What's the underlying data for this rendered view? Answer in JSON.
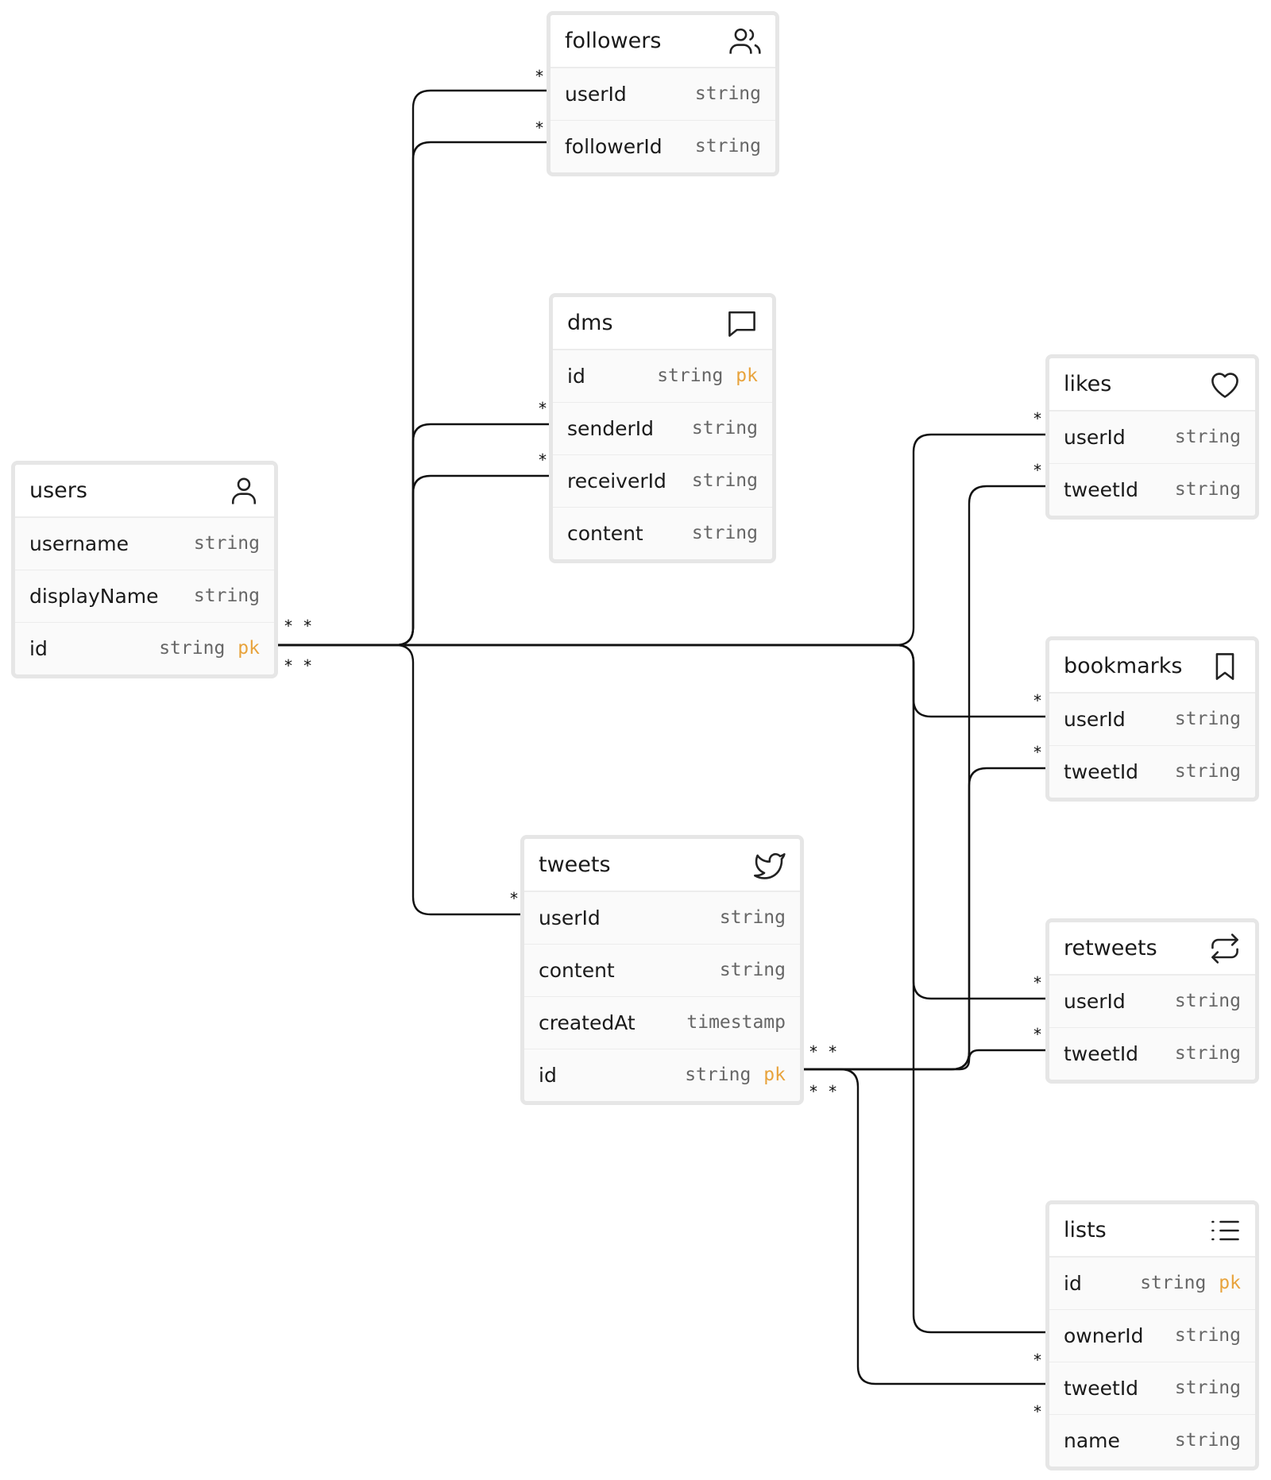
{
  "diagram": {
    "colors": {
      "line": "#111111",
      "border": "#e6e6e6",
      "pk": "#e8a33c",
      "type_text": "#666666"
    },
    "tables": {
      "users": {
        "title": "users",
        "icon": "user-icon",
        "fields": [
          {
            "name": "username",
            "type": "string",
            "pk": ""
          },
          {
            "name": "displayName",
            "type": "string",
            "pk": ""
          },
          {
            "name": "id",
            "type": "string",
            "pk": "pk"
          }
        ]
      },
      "followers": {
        "title": "followers",
        "icon": "users-icon",
        "fields": [
          {
            "name": "userId",
            "type": "string",
            "pk": ""
          },
          {
            "name": "followerId",
            "type": "string",
            "pk": ""
          }
        ]
      },
      "dms": {
        "title": "dms",
        "icon": "message-icon",
        "fields": [
          {
            "name": "id",
            "type": "string",
            "pk": "pk"
          },
          {
            "name": "senderId",
            "type": "string",
            "pk": ""
          },
          {
            "name": "receiverId",
            "type": "string",
            "pk": ""
          },
          {
            "name": "content",
            "type": "string",
            "pk": ""
          }
        ]
      },
      "tweets": {
        "title": "tweets",
        "icon": "twitter-bird-icon",
        "fields": [
          {
            "name": "userId",
            "type": "string",
            "pk": ""
          },
          {
            "name": "content",
            "type": "string",
            "pk": ""
          },
          {
            "name": "createdAt",
            "type": "timestamp",
            "pk": ""
          },
          {
            "name": "id",
            "type": "string",
            "pk": "pk"
          }
        ]
      },
      "likes": {
        "title": "likes",
        "icon": "heart-icon",
        "fields": [
          {
            "name": "userId",
            "type": "string",
            "pk": ""
          },
          {
            "name": "tweetId",
            "type": "string",
            "pk": ""
          }
        ]
      },
      "bookmarks": {
        "title": "bookmarks",
        "icon": "bookmark-icon",
        "fields": [
          {
            "name": "userId",
            "type": "string",
            "pk": ""
          },
          {
            "name": "tweetId",
            "type": "string",
            "pk": ""
          }
        ]
      },
      "retweets": {
        "title": "retweets",
        "icon": "repeat-icon",
        "fields": [
          {
            "name": "userId",
            "type": "string",
            "pk": ""
          },
          {
            "name": "tweetId",
            "type": "string",
            "pk": ""
          }
        ]
      },
      "lists": {
        "title": "lists",
        "icon": "list-icon",
        "fields": [
          {
            "name": "id",
            "type": "string",
            "pk": "pk"
          },
          {
            "name": "ownerId",
            "type": "string",
            "pk": ""
          },
          {
            "name": "tweetId",
            "type": "string",
            "pk": ""
          },
          {
            "name": "name",
            "type": "string",
            "pk": ""
          }
        ]
      }
    },
    "cardinality": {
      "many": "*",
      "source_many": "* *"
    },
    "relationships": [
      {
        "from": "users.id",
        "to": "followers.userId"
      },
      {
        "from": "users.id",
        "to": "followers.followerId"
      },
      {
        "from": "users.id",
        "to": "dms.senderId"
      },
      {
        "from": "users.id",
        "to": "dms.receiverId"
      },
      {
        "from": "users.id",
        "to": "tweets.userId"
      },
      {
        "from": "users.id",
        "to": "likes.userId"
      },
      {
        "from": "users.id",
        "to": "bookmarks.userId"
      },
      {
        "from": "users.id",
        "to": "retweets.userId"
      },
      {
        "from": "users.id",
        "to": "lists.ownerId"
      },
      {
        "from": "tweets.id",
        "to": "likes.tweetId"
      },
      {
        "from": "tweets.id",
        "to": "bookmarks.tweetId"
      },
      {
        "from": "tweets.id",
        "to": "retweets.tweetId"
      },
      {
        "from": "tweets.id",
        "to": "lists.tweetId"
      }
    ]
  }
}
